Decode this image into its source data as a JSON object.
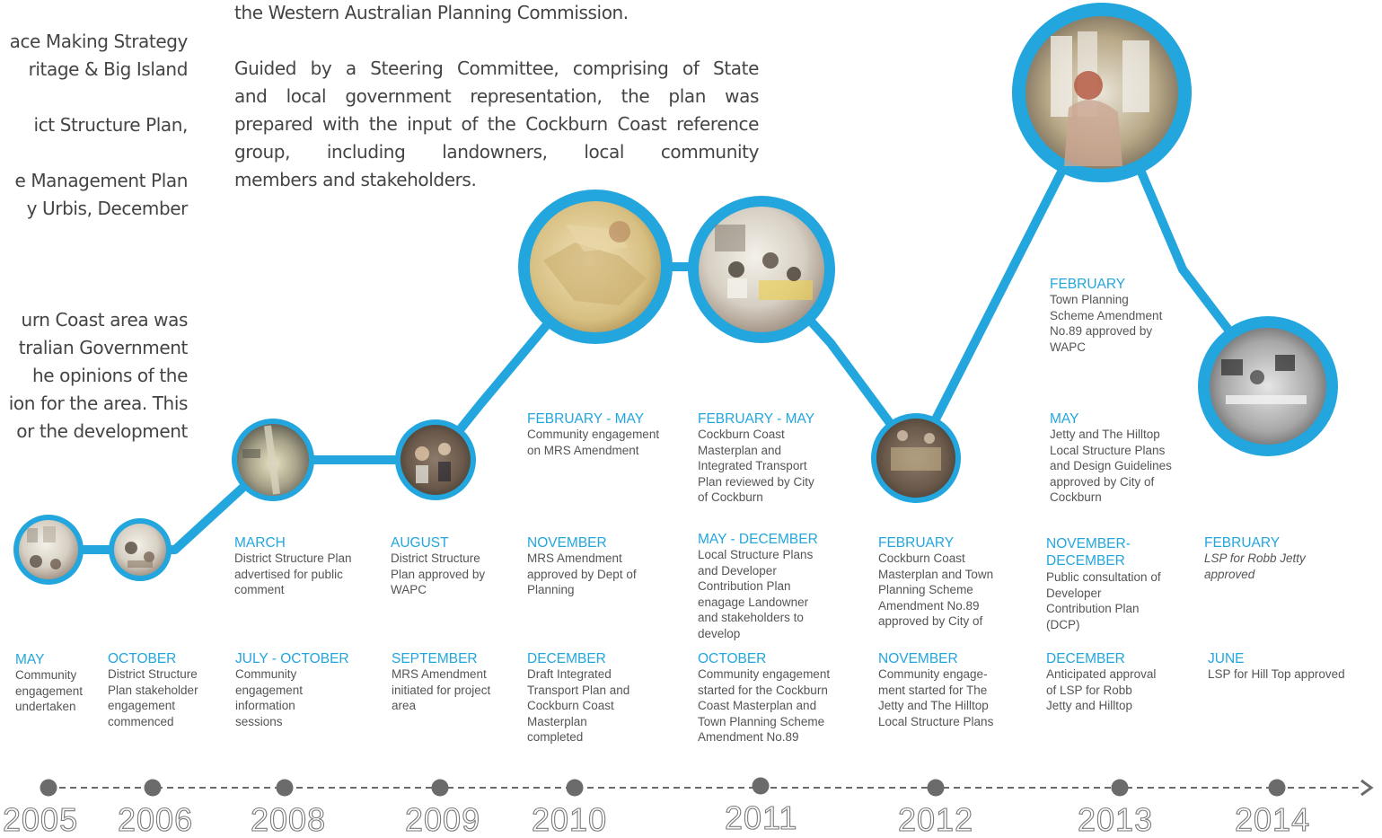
{
  "intro_top": {
    "lines": [
      "the Western Australian Planning Commission.",
      "",
      "Guided by a Steering Committee, comprising of State",
      "and local government representation, the plan was",
      "prepared with the input of the Cockburn Coast reference",
      "group, including landowners, local community",
      "members and stakeholders."
    ]
  },
  "left_column": {
    "lines": [
      "ace Making Strategy",
      "ritage & Big Island",
      "",
      "ict Structure Plan,",
      "",
      "e Management Plan",
      "y Urbis, December",
      "",
      "",
      "",
      "urn Coast area was",
      "tralian Government",
      "he opinions of the",
      "ion for the area. This",
      "or the development"
    ]
  },
  "events": [
    {
      "heading": "MAY",
      "body": "Community\nengagement\nundertaken"
    },
    {
      "heading": "OCTOBER",
      "body": "District Structure\nPlan stakeholder\nengagement\ncommenced"
    },
    {
      "heading": "MARCH",
      "body": "District Structure Plan\nadvertised for public\ncomment"
    },
    {
      "heading": "JULY - OCTOBER",
      "body": "Community\nengagement\ninformation\nsessions"
    },
    {
      "heading": "AUGUST",
      "body": "District Structure\nPlan approved by\nWAPC"
    },
    {
      "heading": "SEPTEMBER",
      "body": "MRS Amendment\ninitiated for project\narea"
    },
    {
      "heading": "FEBRUARY - MAY",
      "body": "Community engagement\non MRS Amendment"
    },
    {
      "heading": "NOVEMBER",
      "body": "MRS Amendment\napproved by Dept of\nPlanning"
    },
    {
      "heading": "DECEMBER",
      "body": "Draft Integrated\nTransport Plan and\nCockburn Coast\nMasterplan\ncompleted"
    },
    {
      "heading": "FEBRUARY - MAY",
      "body": "Cockburn Coast\nMasterplan and\nIntegrated Transport\nPlan reviewed by City\nof Cockburn"
    },
    {
      "heading": "MAY - DECEMBER",
      "body": "Local Structure Plans\nand Developer\nContribution Plan\nenagage Landowner\nand stakeholders to\ndevelop"
    },
    {
      "heading": "OCTOBER",
      "body": "Community engagement\nstarted for the Cockburn\nCoast Masterplan and\nTown Planning Scheme\nAmendment No.89"
    },
    {
      "heading": "FEBRUARY",
      "body": "Cockburn Coast\nMasterplan and Town\nPlanning Scheme\nAmendment No.89\napproved by City of"
    },
    {
      "heading": "NOVEMBER",
      "body": "Community engage-\nment started for The\nJetty and The Hilltop\nLocal Structure Plans"
    },
    {
      "heading": "FEBRUARY",
      "body": "Town Planning\nScheme Amendment\nNo.89 approved by\nWAPC"
    },
    {
      "heading": "MAY",
      "body": "Jetty and The Hilltop\nLocal Structure Plans\nand Design Guidelines\napproved by City of\nCockburn"
    },
    {
      "heading": "NOVEMBER-\nDECEMBER",
      "body": "Public consultation of\nDeveloper\nContribution Plan\n(DCP)"
    },
    {
      "heading": "DECEMBER",
      "body": "Anticipated approval\nof LSP for Robb\nJetty and Hilltop"
    },
    {
      "heading": "FEBRUARY",
      "body": "LSP for Robb Jetty\napproved"
    },
    {
      "heading": "JUNE",
      "body": "LSP for Hill Top approved"
    }
  ],
  "years": [
    "2005",
    "2006",
    "2008",
    "2009",
    "2010",
    "2011",
    "2012",
    "2013",
    "2014"
  ],
  "colors": {
    "accent": "#23a6dd",
    "axis": "#6b6b6b",
    "text": "#444444"
  }
}
